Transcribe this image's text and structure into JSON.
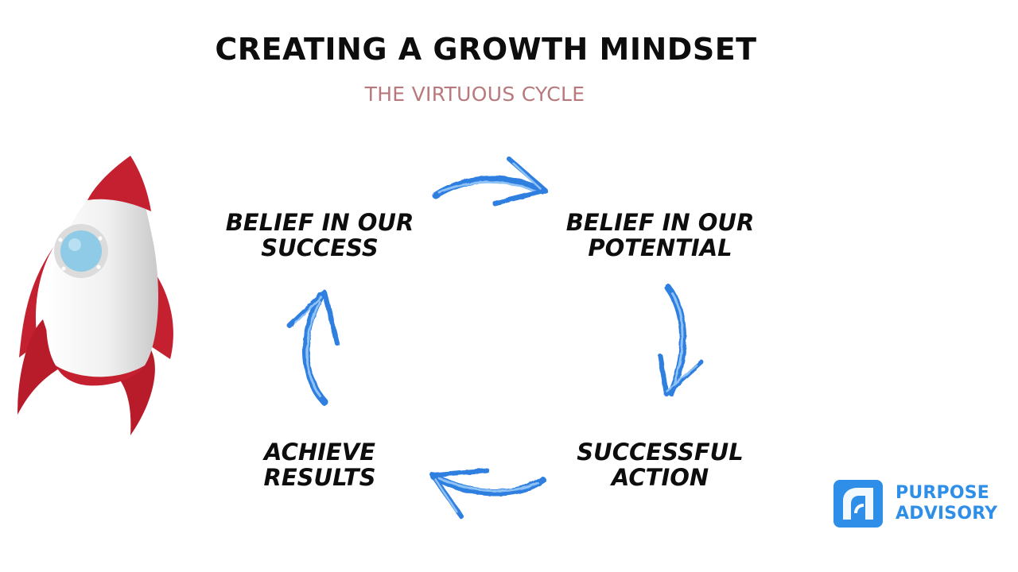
{
  "header": {
    "title": "CREATING A GROWTH MINDSET",
    "subtitle": "THE VIRTUOUS CYCLE"
  },
  "cycle": {
    "nodes": [
      {
        "id": "top-left",
        "label": "BELIEF IN OUR\nSUCCESS"
      },
      {
        "id": "top-right",
        "label": "BELIEF IN OUR\nPOTENTIAL"
      },
      {
        "id": "bottom-right",
        "label": "SUCCESSFUL\nACTION"
      },
      {
        "id": "bottom-left",
        "label": "ACHIEVE\nRESULTS"
      }
    ],
    "arrow_direction": "clockwise",
    "arrow_color": "#2f7fe0"
  },
  "illustration": {
    "icon": "rocket-icon",
    "body_color": "#eeeeee",
    "accent_color": "#c4202f",
    "window_color": "#8fcbe6"
  },
  "brand": {
    "icon": "purpose-advisory-logo-icon",
    "line1": "PURPOSE",
    "line2": "ADVISORY",
    "color": "#2f8fe8"
  }
}
